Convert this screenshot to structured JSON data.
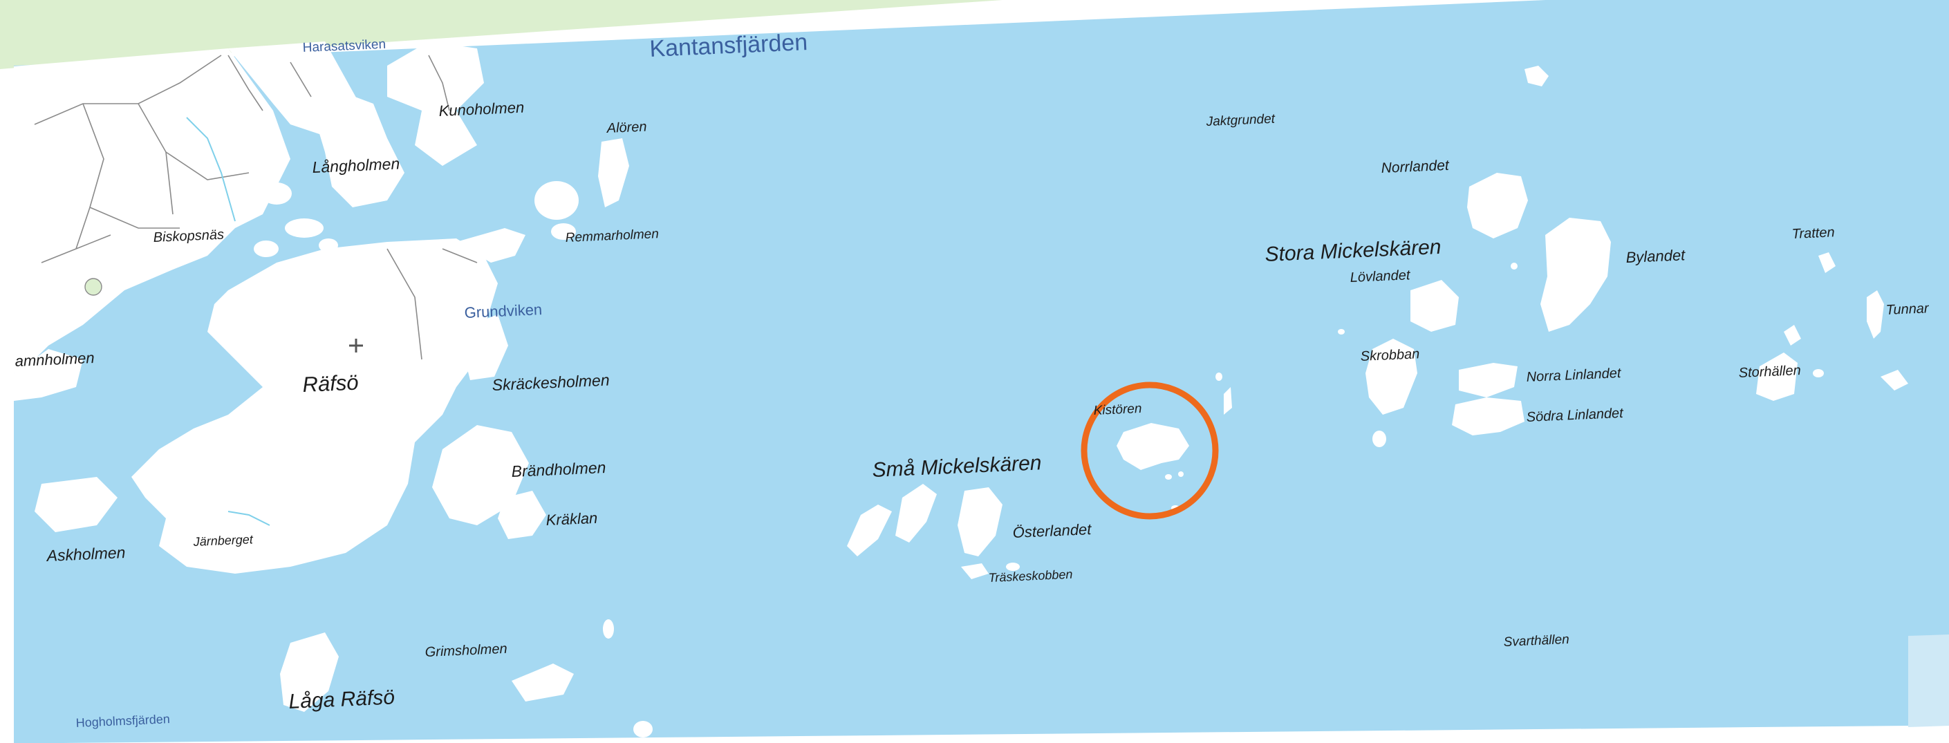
{
  "map": {
    "colors": {
      "water": "#a6d9f2",
      "land": "#ffffff",
      "land_edge": "#cfe6ef",
      "park": "#dcefcf",
      "road": "#8a8a8a",
      "highlight": "#ee6a1c",
      "water_label": "#3a5f9e",
      "place_label": "#1c1c1c"
    },
    "icons": [
      "highest-point-cross-icon",
      "highlight-circle-icon"
    ],
    "labels": {
      "kantansfjarden": "Kantansfjärden",
      "harasatsviken": "Harasatsviken",
      "kunoholmen": "Kunoholmen",
      "aloren": "Alören",
      "langholmen": "Långholmen",
      "biskopsnas": "Biskopsnäs",
      "remmarholmen": "Remmarholmen",
      "grundviken": "Grundviken",
      "mnholmen": "amnholmen",
      "rafso": "Räfsö",
      "skrackesholmen": "Skräckesholmen",
      "brandholmen": "Brändholmen",
      "kraklan": "Kräklan",
      "askholmen": "Askholmen",
      "jarnberget": "Järnberget",
      "grimsholmen": "Grimsholmen",
      "laga_rafso": "Låga Räfsö",
      "hogholmsfjarden": "Hogholmsfjärden",
      "jaktgrundet": "Jaktgrundet",
      "norrlandet": "Norrlandet",
      "stora_mickelskaren": "Stora Mickelskären",
      "lovlandet": "Lövlandet",
      "bylandet": "Bylandet",
      "tratten": "Tratten",
      "tunnar": "Tunnar",
      "skrobban": "Skrobban",
      "norra_linlandet": "Norra Linlandet",
      "sodra_linlandet": "Södra Linlandet",
      "storhallen": "Storhällen",
      "kistoren": "Kistören",
      "sma_mickelskaren": "Små Mickelskären",
      "osterlandet": "Österlandet",
      "traskeskobben": "Träskeskobben",
      "svarthallen": "Svarthällen"
    }
  }
}
